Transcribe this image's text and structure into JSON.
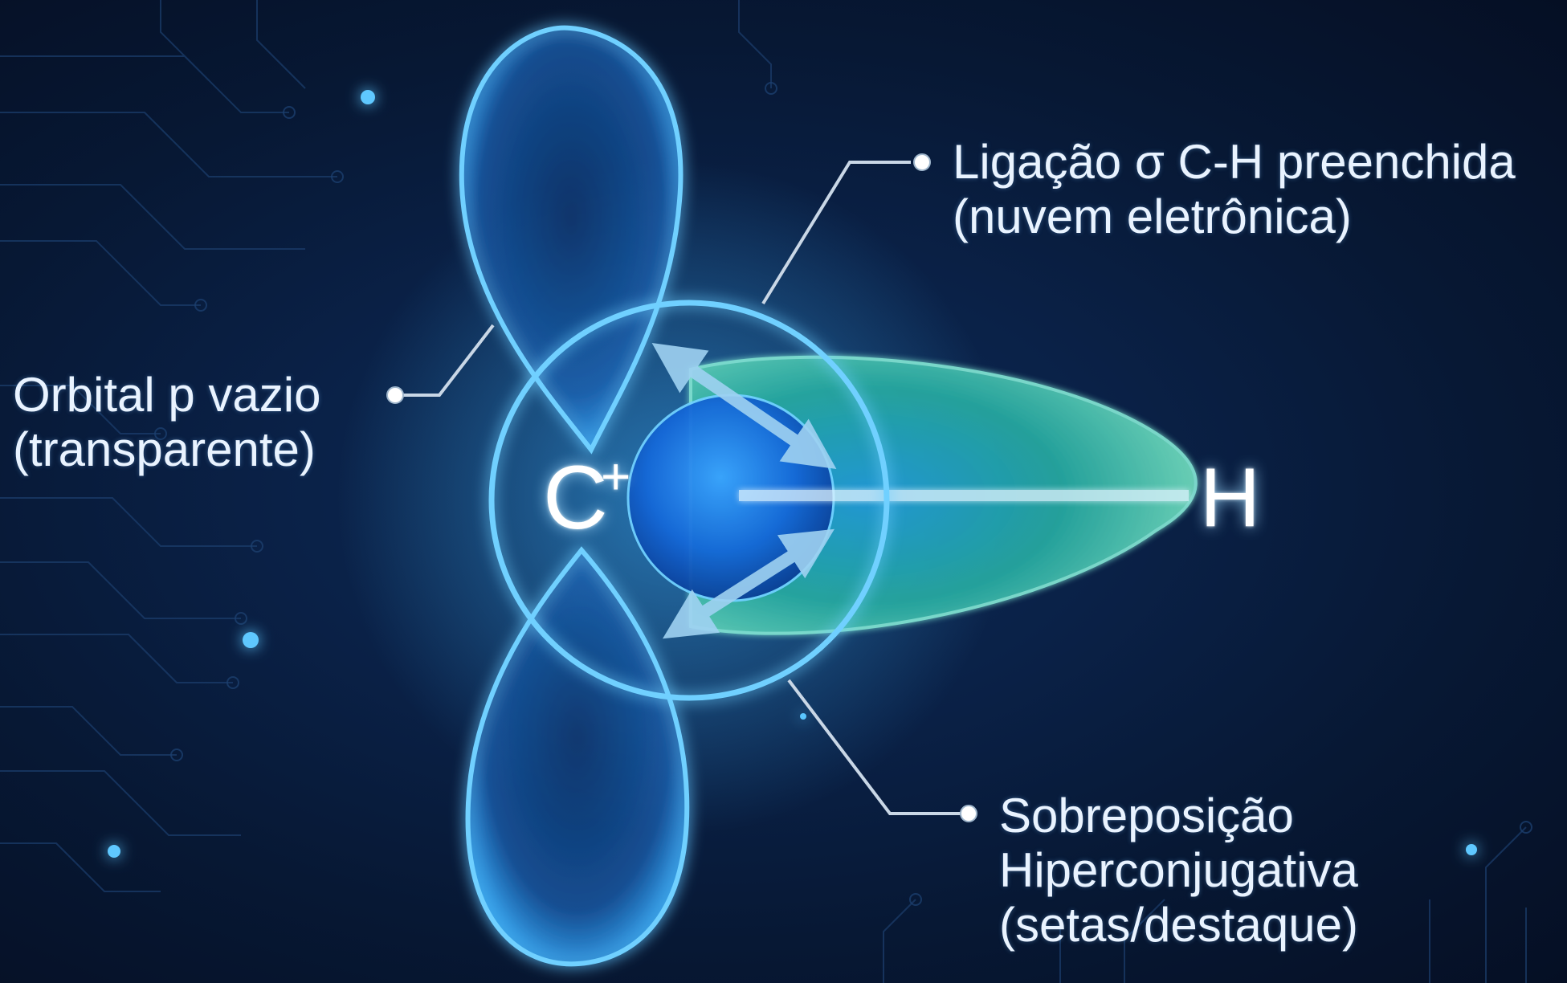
{
  "labels": {
    "sigma_bond": {
      "line1": "Ligação σ C-H preenchida",
      "line2": "(nuvem eletrônica)"
    },
    "p_orbital": {
      "line1": "Orbital p vazio",
      "line2": "(transparente)"
    },
    "overlap": {
      "line1": "Sobreposição",
      "line2": "Hiperconjugativa",
      "line3": "(setas/destaque)"
    }
  },
  "atoms": {
    "carbon": "C",
    "carbon_charge": "+",
    "hydrogen": "H"
  },
  "colors": {
    "background": "#07152e",
    "orbital_glow": "#3fb6ff",
    "bond_lobe": "#3fc8b0",
    "text": "#e9f3ff"
  }
}
